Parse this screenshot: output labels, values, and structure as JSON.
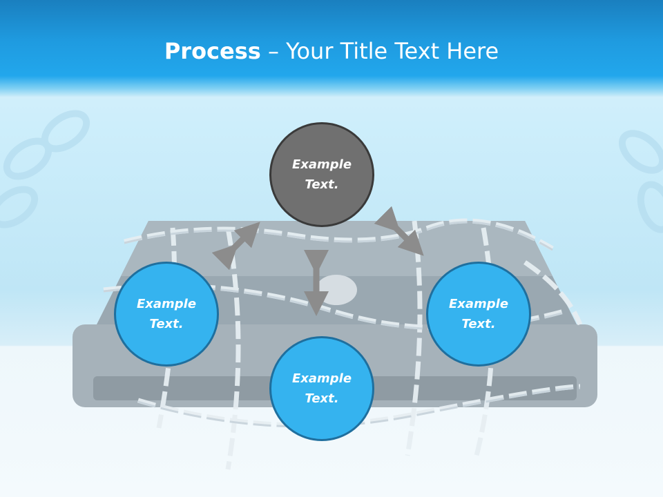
{
  "slide": {
    "title_bold": "Process",
    "title_separator": " – ",
    "title_rest": "Your Title Text Here"
  },
  "nodes": {
    "top": {
      "line1": "Example",
      "line2": "Text."
    },
    "left": {
      "line1": "Example",
      "line2": "Text."
    },
    "bottom": {
      "line1": "Example",
      "line2": "Text."
    },
    "right": {
      "line1": "Example",
      "line2": "Text."
    }
  },
  "colors": {
    "header_blue": "#22a7ec",
    "node_gray": "#707070",
    "node_blue": "#35b3ef",
    "arrow_gray": "#8c8c8c"
  }
}
